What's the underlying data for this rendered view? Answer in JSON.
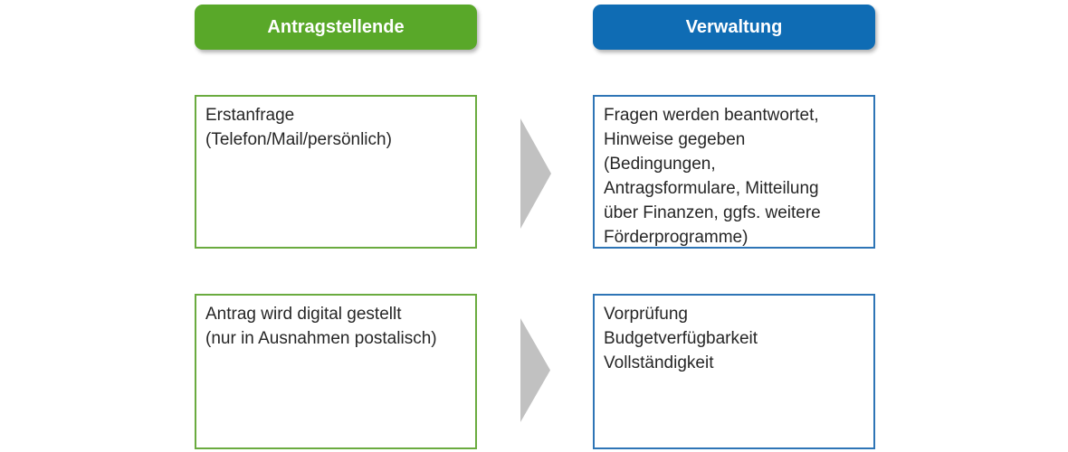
{
  "diagram": {
    "type": "process-flow",
    "columns": [
      {
        "id": "antragstellende",
        "header": {
          "label": "Antragstellende"
        },
        "boxes": [
          {
            "lines": [
              "Erstanfrage",
              "(Telefon/Mail/persönlich)"
            ]
          },
          {
            "lines": [
              "Antrag wird digital gestellt",
              "(nur in Ausnahmen postalisch)"
            ]
          }
        ]
      },
      {
        "id": "verwaltung",
        "header": {
          "label": "Verwaltung"
        },
        "boxes": [
          {
            "lines": [
              "Fragen werden beantwortet,",
              "Hinweise gegeben",
              "(Bedingungen,",
              "Antragsformulare, Mitteilung",
              "über Finanzen, ggfs. weitere",
              "Förderprogramme)"
            ]
          },
          {
            "lines": [
              "Vorprüfung",
              "Budgetverfügbarkeit",
              "Vollständigkeit"
            ]
          }
        ]
      }
    ],
    "arrows": [
      {
        "name": "arrow-row-1",
        "direction": "right"
      },
      {
        "name": "arrow-row-2",
        "direction": "right"
      }
    ],
    "colors": {
      "green_header": "#59A829",
      "green_border": "#6AAB3F",
      "blue_header": "#0F6CB4",
      "blue_border": "#2E75B6",
      "arrow_gray": "#C1C1C1",
      "text": "#262626",
      "header_text": "#FFFFFF",
      "background": "#FFFFFF"
    }
  }
}
